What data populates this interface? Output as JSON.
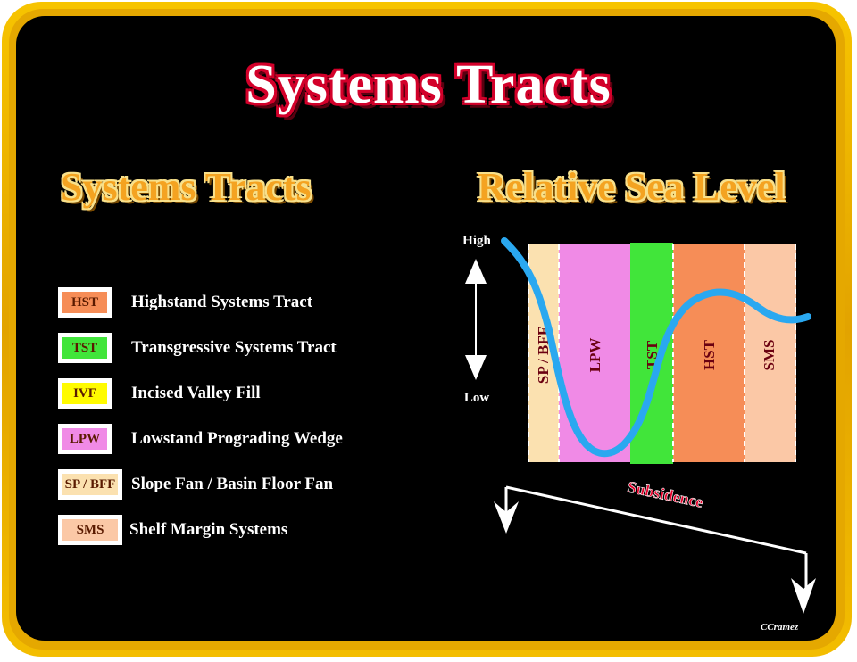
{
  "title": "Systems Tracts",
  "left_heading": "Systems Tracts",
  "right_heading": "Relative Sea Level",
  "legend": [
    {
      "abbr": "HST",
      "label": "Highstand Systems Tract",
      "color": "#f68d57"
    },
    {
      "abbr": "TST",
      "label": "Transgressive Systems Tract",
      "color": "#41e53a"
    },
    {
      "abbr": "IVF",
      "label": "Incised Valley Fill",
      "color": "#fffb00"
    },
    {
      "abbr": "LPW",
      "label": "Lowstand Prograding Wedge",
      "color": "#f08ae6"
    },
    {
      "abbr": "SP / BFF",
      "label": "Slope Fan / Basin Floor Fan",
      "color": "#fbe1b0"
    },
    {
      "abbr": "SMS",
      "label": "Shelf Margin Systems",
      "color": "#fbc8a6"
    }
  ],
  "diagram": {
    "high_label": "High",
    "low_label": "Low",
    "bands": [
      {
        "label": "SP / BFF",
        "color": "#fbe1b0"
      },
      {
        "label": "LPW",
        "color": "#f08ae6"
      },
      {
        "label": "TST",
        "color": "#41e53a"
      },
      {
        "label": "HST",
        "color": "#f68d57"
      },
      {
        "label": "SMS",
        "color": "#fbc8a6"
      }
    ],
    "curve_color": "#2aa8f0",
    "subsidence_label": "Subsidence"
  },
  "credit": "CCramez"
}
